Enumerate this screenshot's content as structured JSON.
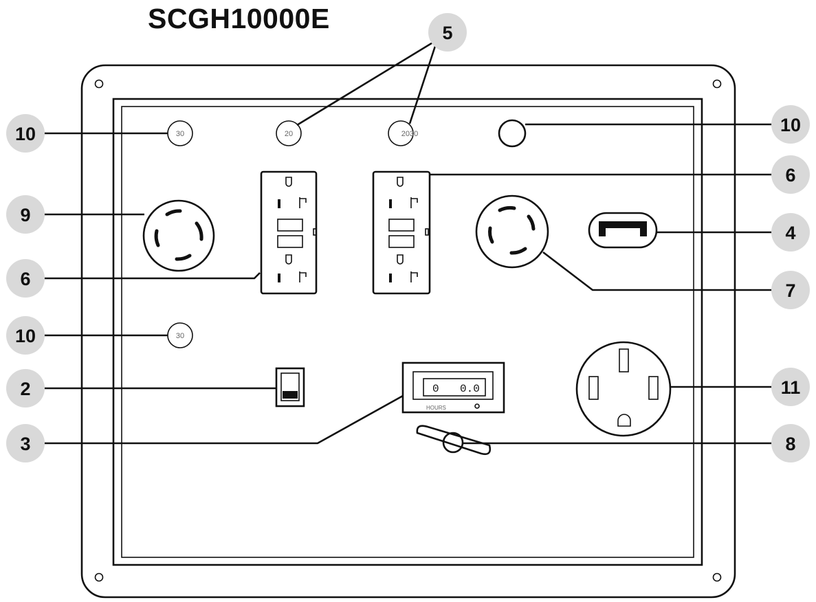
{
  "title": "SCGH10000E",
  "breakers": [
    {
      "id": "b30-top",
      "label": "30"
    },
    {
      "id": "b20-a",
      "label": "20"
    },
    {
      "id": "b2030",
      "label": "2030"
    },
    {
      "id": "b30-mid",
      "label": "30"
    }
  ],
  "hour_meter": {
    "digit_left": "0",
    "digit_right": "0.0",
    "caption": "HOURS"
  },
  "callouts": [
    {
      "number": "10",
      "target": "breaker-30-top"
    },
    {
      "number": "5",
      "target": "breakers-20-and-2030"
    },
    {
      "number": "10",
      "target": "breaker-unlabeled"
    },
    {
      "number": "9",
      "target": "twist-lock-outlet-left"
    },
    {
      "number": "6",
      "target": "gfci-duplex-right"
    },
    {
      "number": "4",
      "target": "handle"
    },
    {
      "number": "6",
      "target": "gfci-duplex-left"
    },
    {
      "number": "7",
      "target": "twist-lock-outlet-right"
    },
    {
      "number": "10",
      "target": "breaker-30-mid"
    },
    {
      "number": "2",
      "target": "rocker-switch"
    },
    {
      "number": "11",
      "target": "outlet-50a"
    },
    {
      "number": "3",
      "target": "hour-meter"
    },
    {
      "number": "8",
      "target": "fuel-knob"
    }
  ]
}
